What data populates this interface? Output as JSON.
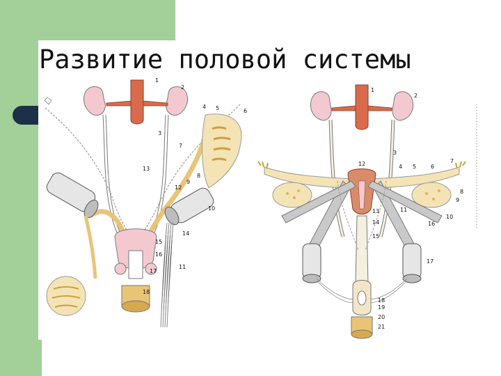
{
  "title": "Развитие половой системы",
  "colors": {
    "accent_green": "#a3cf98",
    "kidney": "#f3c9cf",
    "aorta": "#d96b4c",
    "duct_yellow": "#e9c477",
    "gonad_gray": "#d9d9d9",
    "pill_dark": "#1e2f48"
  },
  "left_figure": {
    "labels": [
      "1",
      "2",
      "3",
      "4",
      "5",
      "6",
      "7",
      "8",
      "9",
      "10",
      "11",
      "12",
      "13",
      "14",
      "15",
      "16",
      "17",
      "18"
    ]
  },
  "right_figure": {
    "labels": [
      "1",
      "2",
      "3",
      "4",
      "5",
      "6",
      "7",
      "8",
      "9",
      "10",
      "11",
      "12",
      "13",
      "14",
      "15",
      "16",
      "17",
      "18",
      "19",
      "20",
      "21"
    ]
  }
}
